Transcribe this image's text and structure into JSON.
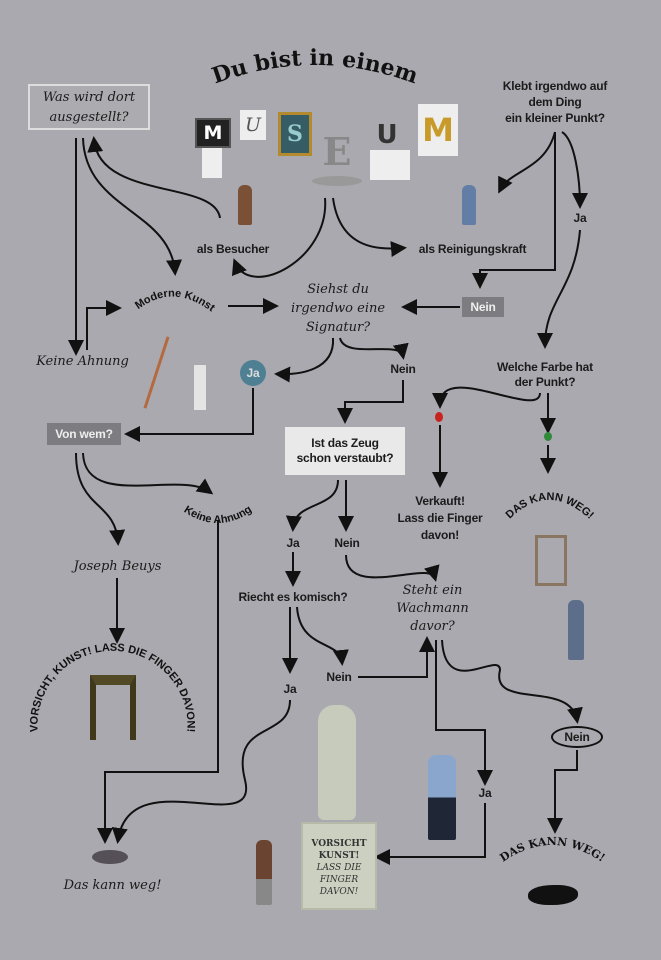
{
  "title": "Du bist in einem",
  "museum_letters": [
    "M",
    "U",
    "S",
    "E",
    "U",
    "M"
  ],
  "nodes": {
    "was_wird": "Was wird dort\nausgestellt?",
    "klebt": "Klebt irgendwo auf\ndem Ding\nein kleiner Punkt?",
    "besucher": "als Besucher",
    "reinigung": "als Reinigungskraft",
    "ja_punkt": "Ja",
    "moderne_kunst": "Moderne Kunst",
    "signatur": "Siehst du\nirgendwo eine\nSignatur?",
    "nein_punkt": "Nein",
    "keine_ahnung_1": "Keine Ahnung",
    "ja_signatur": "Ja",
    "nein_signatur": "Nein",
    "farbe": "Welche Farbe hat\nder Punkt?",
    "von_wem": "Von wem?",
    "verstaubt": "Ist das Zeug\nschon verstaubt?",
    "verkauft": "Verkauft!\nLass die Finger\ndavon!",
    "kann_weg_1": "DAS KANN WEG!",
    "keine_ahnung_2": "Keine Ahnung",
    "ja_staub": "Ja",
    "nein_staub": "Nein",
    "beuys": "Joseph Beuys",
    "riecht": "Riecht es komisch?",
    "wachmann": "Steht ein\nWachmann\ndavor?",
    "vorsicht_arc": "VORSICHT, KUNST! LASS DIE FINGER DAVON!",
    "nein_riecht": "Nein",
    "ja_riecht": "Ja",
    "nein_wachmann": "Nein",
    "ja_wachmann": "Ja",
    "plaque": [
      "VORSICHT",
      "KUNST!",
      "LASS DIE",
      "FINGER",
      "DAVON!"
    ],
    "kann_weg_script": "Das kann weg!",
    "kann_weg_2": "DAS KANN WEG!"
  },
  "colors": {
    "background": "#aaa9af",
    "dot_red": "#c8231f",
    "dot_green": "#2f8a3a",
    "ja_circle": "#4f7f93"
  }
}
